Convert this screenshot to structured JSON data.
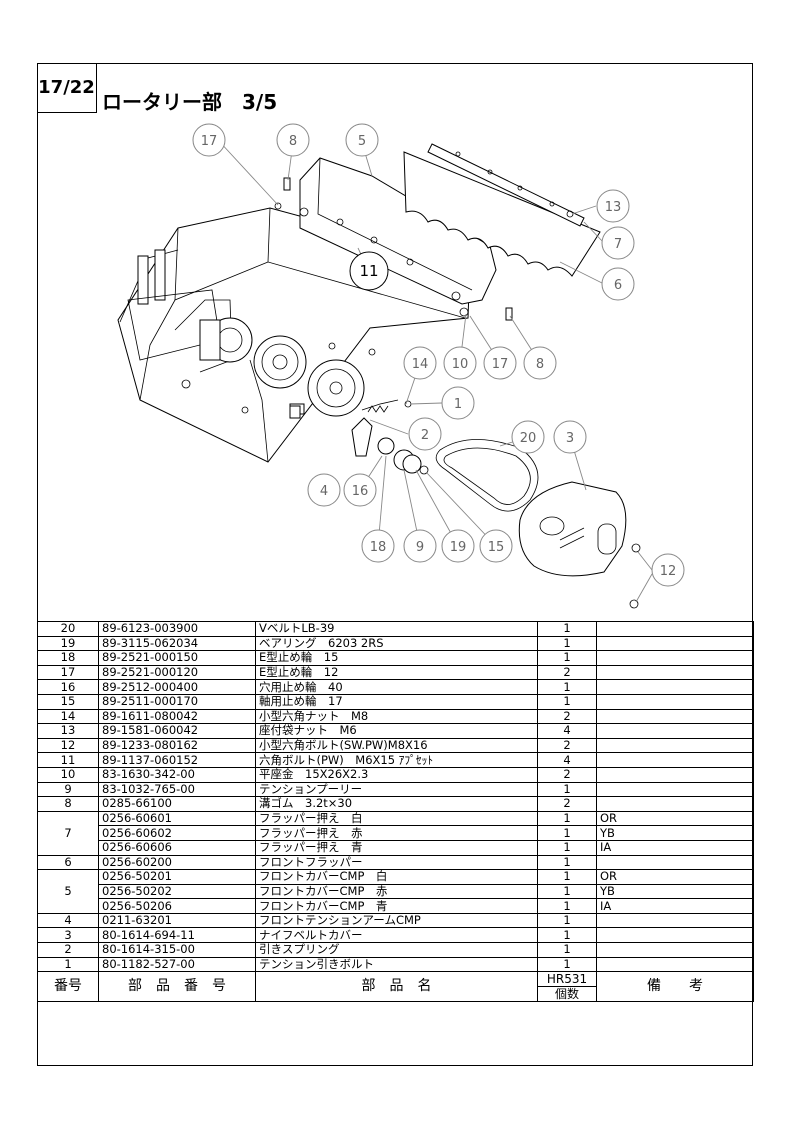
{
  "page_number": "17/22",
  "title": "ロータリー部　3/5",
  "callouts": [
    "17",
    "8",
    "5",
    "13",
    "7",
    "6",
    "11",
    "14",
    "10",
    "17",
    "8",
    "1",
    "2",
    "20",
    "3",
    "4",
    "16",
    "18",
    "9",
    "19",
    "15",
    "12"
  ],
  "header": {
    "no": "番号",
    "part_number": "部　品　番　号",
    "part_name": "部　品　名",
    "model": "HR531",
    "qty": "個数",
    "remarks": "備　　考"
  },
  "rows": [
    {
      "no": "20",
      "code": "89-6123-003900",
      "name": "VベルトLB-39",
      "qty": "1",
      "remark": ""
    },
    {
      "no": "19",
      "code": "89-3115-062034",
      "name": "ベアリング　6203 2RS",
      "qty": "1",
      "remark": ""
    },
    {
      "no": "18",
      "code": "89-2521-000150",
      "name": "E型止め輪　15",
      "qty": "1",
      "remark": ""
    },
    {
      "no": "17",
      "code": "89-2521-000120",
      "name": "E型止め輪　12",
      "qty": "2",
      "remark": ""
    },
    {
      "no": "16",
      "code": "89-2512-000400",
      "name": "穴用止め輪　40",
      "qty": "1",
      "remark": ""
    },
    {
      "no": "15",
      "code": "89-2511-000170",
      "name": "軸用止め輪　17",
      "qty": "1",
      "remark": ""
    },
    {
      "no": "14",
      "code": "89-1611-080042",
      "name": "小型六角ナット　M8",
      "qty": "2",
      "remark": ""
    },
    {
      "no": "13",
      "code": "89-1581-060042",
      "name": "座付袋ナット　M6",
      "qty": "4",
      "remark": ""
    },
    {
      "no": "12",
      "code": "89-1233-080162",
      "name": "小型六角ボルト(SW.PW)M8X16",
      "qty": "2",
      "remark": ""
    },
    {
      "no": "11",
      "code": "89-1137-060152",
      "name": "六角ボルト(PW)　M6X15 ｱﾌﾟｾｯﾄ",
      "qty": "4",
      "remark": ""
    },
    {
      "no": "10",
      "code": "83-1630-342-00",
      "name": "平座金　15X26X2.3",
      "qty": "2",
      "remark": ""
    },
    {
      "no": "9",
      "code": "83-1032-765-00",
      "name": "テンションプーリー",
      "qty": "1",
      "remark": ""
    },
    {
      "no": "8",
      "code": "0285-66100",
      "name": "溝ゴム　3.2t×30",
      "qty": "2",
      "remark": ""
    },
    {
      "no": "7",
      "code": "0256-60601",
      "name": "フラッパー押え　白",
      "qty": "1",
      "remark": "OR"
    },
    {
      "no": "",
      "code": "0256-60602",
      "name": "フラッパー押え　赤",
      "qty": "1",
      "remark": "YB"
    },
    {
      "no": "",
      "code": "0256-60606",
      "name": "フラッパー押え　青",
      "qty": "1",
      "remark": "IA"
    },
    {
      "no": "6",
      "code": "0256-60200",
      "name": "フロントフラッパー",
      "qty": "1",
      "remark": ""
    },
    {
      "no": "5",
      "code": "0256-50201",
      "name": "フロントカバーCMP　白",
      "qty": "1",
      "remark": "OR"
    },
    {
      "no": "",
      "code": "0256-50202",
      "name": "フロントカバーCMP　赤",
      "qty": "1",
      "remark": "YB"
    },
    {
      "no": "",
      "code": "0256-50206",
      "name": "フロントカバーCMP　青",
      "qty": "1",
      "remark": "IA"
    },
    {
      "no": "4",
      "code": "0211-63201",
      "name": "フロントテンションアームCMP",
      "qty": "1",
      "remark": ""
    },
    {
      "no": "3",
      "code": "80-1614-694-11",
      "name": "ナイフベルトカバー",
      "qty": "1",
      "remark": ""
    },
    {
      "no": "2",
      "code": "80-1614-315-00",
      "name": "引きスプリング",
      "qty": "1",
      "remark": ""
    },
    {
      "no": "1",
      "code": "80-1182-527-00",
      "name": "テンション引きボルト",
      "qty": "1",
      "remark": ""
    }
  ]
}
